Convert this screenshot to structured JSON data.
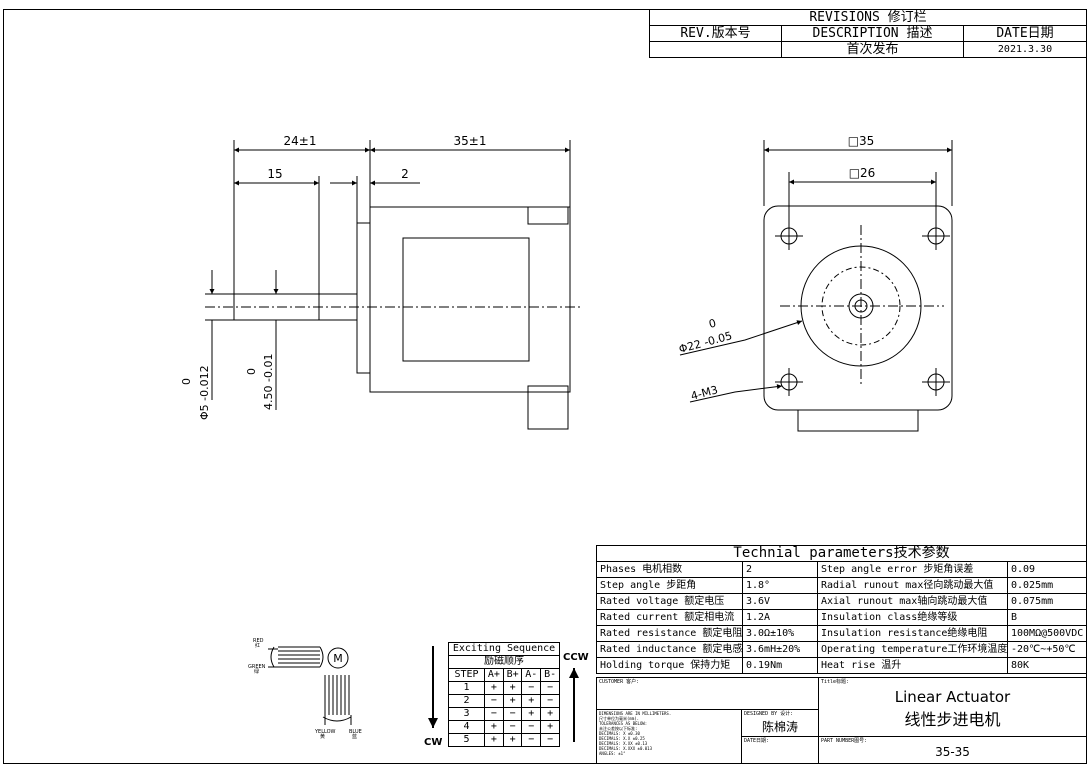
{
  "revisions": {
    "title": "REVISIONS 修订栏",
    "rev_header": "REV.版本号",
    "desc_header": "DESCRIPTION 描述",
    "date_header": "DATE日期",
    "rev_value": "",
    "desc_value": "首次发布",
    "date_value": "2021.3.30"
  },
  "dims": {
    "side_overall": "24±1",
    "side_shaft": "15",
    "side_flat": "2",
    "side_body": "35±1",
    "shaft_dia_top": "0",
    "shaft_dia": "Φ5 -0.012",
    "flat_top": "0",
    "flat": "4.50 -0.01",
    "front_square": "□35",
    "front_hole_spacing": "□26",
    "boss_top": "0",
    "boss": "Φ22 -0.05",
    "thread": "4-M3"
  },
  "wiring": {
    "red": "RED",
    "red_cn": "红",
    "green": "GREEN",
    "green_cn": "绿",
    "yellow": "YELLOW",
    "yellow_cn": "黄",
    "blue": "BLUE",
    "blue_cn": "蓝",
    "motor": "M"
  },
  "sequence": {
    "title": "Exciting Sequence",
    "title_cn": "励磁顺序",
    "headers": [
      "STEP",
      "A+",
      "B+",
      "A-",
      "B-"
    ],
    "rows": [
      [
        "1",
        "+",
        "+",
        "−",
        "−"
      ],
      [
        "2",
        "−",
        "+",
        "+",
        "−"
      ],
      [
        "3",
        "−",
        "−",
        "+",
        "+"
      ],
      [
        "4",
        "+",
        "−",
        "−",
        "+"
      ],
      [
        "5",
        "+",
        "+",
        "−",
        "−"
      ]
    ],
    "ccw": "CCW",
    "cw": "CW"
  },
  "tech": {
    "title": "Technial parameters技术参数",
    "rows": [
      [
        "Phases 电机相数",
        "2",
        "Step angle error 步矩角误差",
        "0.09"
      ],
      [
        "Step angle 步距角",
        "1.8°",
        "Radial runout max径向跳动最大值",
        "0.025mm"
      ],
      [
        "Rated voltage 额定电压",
        "3.6V",
        "Axial runout max轴向跳动最大值",
        "0.075mm"
      ],
      [
        "Rated current 额定相电流",
        "1.2A",
        "Insulation class绝缘等级",
        "B"
      ],
      [
        "Rated resistance 额定电阻",
        "3.0Ω±10%",
        "Insulation resistance绝缘电阻",
        "100MΩ@500VDC"
      ],
      [
        "Rated inductance 额定电感",
        "3.6mH±20%",
        "Operating temperature工作环境温度",
        "-20℃~+50℃"
      ],
      [
        "Holding torque 保持力矩",
        "0.19Nm",
        "Heat rise 温升",
        "80K"
      ]
    ]
  },
  "title_block": {
    "customer_label": "CUSTOMER 客户:",
    "title_label": "Title标题:",
    "title_en": "Linear Actuator",
    "title_cn": "线性步进电机",
    "dim_notes": [
      "DIMENSIONS ARE IN MILLIMETERS.",
      "尺寸单位为毫米(mm).",
      "TOLERANCES AS BELOW:",
      "未注公差按以下标准:",
      "DECIMALS: X ±0.30",
      "DECIMALS: X.X ±0.25",
      "DECIMALS: X.XX ±0.13",
      "DECIMALS: X.XXX ±0.013",
      "ANGLES: ±1°"
    ],
    "designed_label": "DESIGNED BY 设计:",
    "designer": "陈棉涛",
    "date_label": "DATE日期:",
    "part_label": "PART NUMBER图号:",
    "part_number": "35-35"
  }
}
